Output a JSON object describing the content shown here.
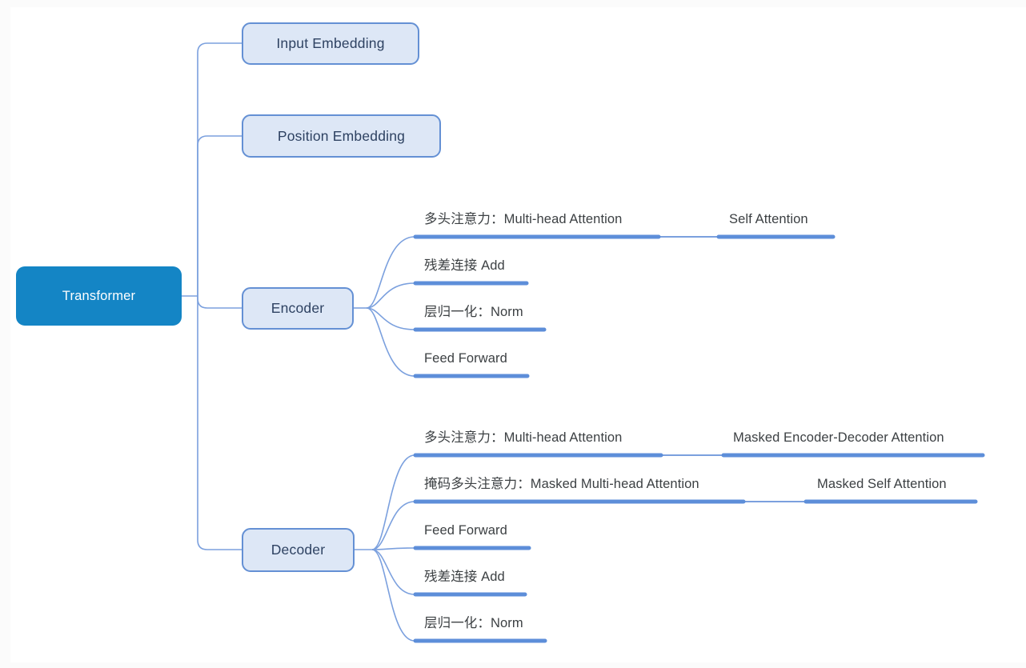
{
  "mindmap": {
    "root": {
      "label": "Transformer"
    },
    "branches": [
      {
        "label": "Input Embedding"
      },
      {
        "label": "Position Embedding"
      },
      {
        "label": "Encoder",
        "children": [
          {
            "label": "多头注意力：Multi-head Attention",
            "child": {
              "label": "Self Attention"
            }
          },
          {
            "label": "残差连接 Add"
          },
          {
            "label": "层归一化：Norm"
          },
          {
            "label": "Feed Forward"
          }
        ]
      },
      {
        "label": "Decoder",
        "children": [
          {
            "label": "多头注意力：Multi-head Attention",
            "child": {
              "label": "Masked Encoder-Decoder Attention"
            }
          },
          {
            "label": "掩码多头注意力：Masked Multi-head Attention",
            "child": {
              "label": "Masked Self Attention"
            }
          },
          {
            "label": "Feed Forward"
          },
          {
            "label": "残差连接 Add"
          },
          {
            "label": "层归一化：Norm"
          }
        ]
      }
    ]
  },
  "colors": {
    "root_fill": "#1485c5",
    "root_text": "#ffffff",
    "node_fill": "#dde7f6",
    "node_border": "#6490d4",
    "node_text": "#2e4262",
    "leaf_text": "#3c4043",
    "connector": "#7ba0de",
    "underline": "#5d8ed9"
  }
}
